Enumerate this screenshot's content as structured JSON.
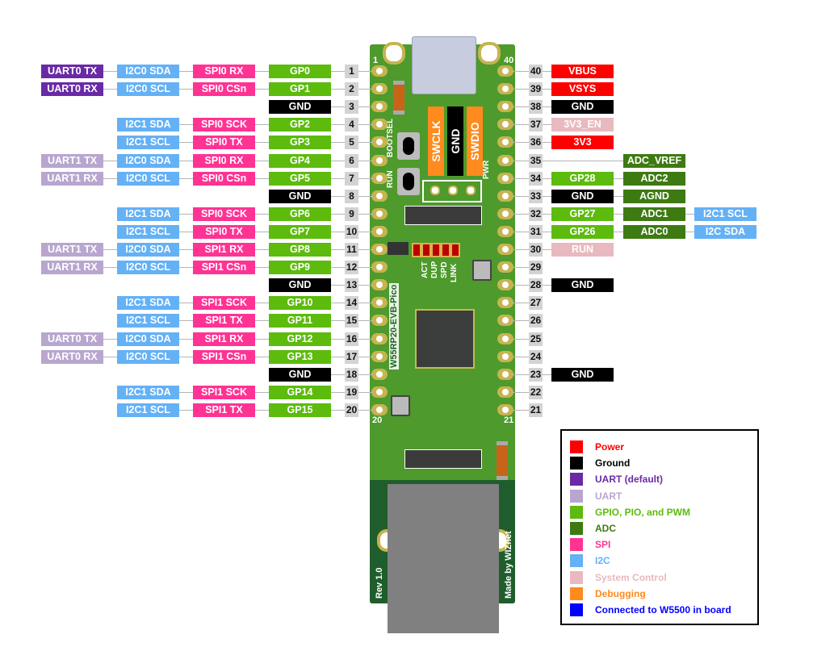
{
  "colors": {
    "power": "#ff0000",
    "ground": "#000000",
    "uart_default": "#6a2aa6",
    "uart": "#b8a6cf",
    "gpio": "#5cbb0c",
    "adc": "#3e7a12",
    "spi": "#ff3394",
    "i2c": "#64b1f6",
    "system": "#e8b9bf",
    "debug": "#ff8a1e",
    "w5500": "#0000ff"
  },
  "board": {
    "name": "W55RP20-EVB-Pico",
    "revision": "Rev 1.0",
    "maker": "Made by WIZnet",
    "corner_labels": [
      "1",
      "40",
      "20",
      "21"
    ],
    "buttons": [
      "BOOTSEL",
      "RUN"
    ],
    "leds": [
      "ACT",
      "DUP",
      "SPD",
      "LINK"
    ],
    "power_led": "PWR",
    "debug_pins": [
      "SWCLK",
      "GND",
      "SWDIO"
    ]
  },
  "left_pins": [
    {
      "pin": "1",
      "gp": "GP0",
      "gp_type": "gpio",
      "spi": "SPI0 RX",
      "i2c": "I2C0 SDA",
      "uart": "UART0 TX",
      "uart_type": "uart0"
    },
    {
      "pin": "2",
      "gp": "GP1",
      "gp_type": "gpio",
      "spi": "SPI0 CSn",
      "i2c": "I2C0 SCL",
      "uart": "UART0 RX",
      "uart_type": "uart0"
    },
    {
      "pin": "3",
      "gp": "GND",
      "gp_type": "gnd"
    },
    {
      "pin": "4",
      "gp": "GP2",
      "gp_type": "gpio",
      "spi": "SPI0 SCK",
      "i2c": "I2C1 SDA"
    },
    {
      "pin": "5",
      "gp": "GP3",
      "gp_type": "gpio",
      "spi": "SPI0 TX",
      "i2c": "I2C1 SCL"
    },
    {
      "pin": "6",
      "gp": "GP4",
      "gp_type": "gpio",
      "spi": "SPI0 RX",
      "i2c": "I2C0 SDA",
      "uart": "UART1 TX",
      "uart_type": "uart"
    },
    {
      "pin": "7",
      "gp": "GP5",
      "gp_type": "gpio",
      "spi": "SPI0 CSn",
      "i2c": "I2C0 SCL",
      "uart": "UART1 RX",
      "uart_type": "uart"
    },
    {
      "pin": "8",
      "gp": "GND",
      "gp_type": "gnd"
    },
    {
      "pin": "9",
      "gp": "GP6",
      "gp_type": "gpio",
      "spi": "SPI0 SCK",
      "i2c": "I2C1 SDA"
    },
    {
      "pin": "10",
      "gp": "GP7",
      "gp_type": "gpio",
      "spi": "SPI0 TX",
      "i2c": "I2C1 SCL"
    },
    {
      "pin": "11",
      "gp": "GP8",
      "gp_type": "gpio",
      "spi": "SPI1 RX",
      "i2c": "I2C0 SDA",
      "uart": "UART1 TX",
      "uart_type": "uart"
    },
    {
      "pin": "12",
      "gp": "GP9",
      "gp_type": "gpio",
      "spi": "SPI1 CSn",
      "i2c": "I2C0 SCL",
      "uart": "UART1 RX",
      "uart_type": "uart"
    },
    {
      "pin": "13",
      "gp": "GND",
      "gp_type": "gnd"
    },
    {
      "pin": "14",
      "gp": "GP10",
      "gp_type": "gpio",
      "spi": "SPI1 SCK",
      "i2c": "I2C1 SDA"
    },
    {
      "pin": "15",
      "gp": "GP11",
      "gp_type": "gpio",
      "spi": "SPI1 TX",
      "i2c": "I2C1 SCL"
    },
    {
      "pin": "16",
      "gp": "GP12",
      "gp_type": "gpio",
      "spi": "SPI1 RX",
      "i2c": "I2C0 SDA",
      "uart": "UART0 TX",
      "uart_type": "uart"
    },
    {
      "pin": "17",
      "gp": "GP13",
      "gp_type": "gpio",
      "spi": "SPI1 CSn",
      "i2c": "I2C0 SCL",
      "uart": "UART0 RX",
      "uart_type": "uart"
    },
    {
      "pin": "18",
      "gp": "GND",
      "gp_type": "gnd"
    },
    {
      "pin": "19",
      "gp": "GP14",
      "gp_type": "gpio",
      "spi": "SPI1 SCK",
      "i2c": "I2C1 SDA"
    },
    {
      "pin": "20",
      "gp": "GP15",
      "gp_type": "gpio",
      "spi": "SPI1 TX",
      "i2c": "I2C1 SCL"
    }
  ],
  "right_pins": [
    {
      "pin": "40",
      "main": "VBUS",
      "main_type": "power"
    },
    {
      "pin": "39",
      "main": "VSYS",
      "main_type": "power"
    },
    {
      "pin": "38",
      "main": "GND",
      "main_type": "gnd"
    },
    {
      "pin": "37",
      "main": "3V3_EN",
      "main_type": "sys"
    },
    {
      "pin": "36",
      "main": "3V3",
      "main_type": "power"
    },
    {
      "pin": "35",
      "adc": "ADC_VREF"
    },
    {
      "pin": "34",
      "main": "GP28",
      "main_type": "gpio",
      "adc": "ADC2"
    },
    {
      "pin": "33",
      "main": "GND",
      "main_type": "gnd",
      "adc": "AGND"
    },
    {
      "pin": "32",
      "main": "GP27",
      "main_type": "gpio",
      "adc": "ADC1",
      "i2c": "I2C1 SCL"
    },
    {
      "pin": "31",
      "main": "GP26",
      "main_type": "gpio",
      "adc": "ADC0",
      "i2c": "I2C SDA"
    },
    {
      "pin": "30",
      "main": "RUN",
      "main_type": "sys"
    },
    {
      "pin": "29"
    },
    {
      "pin": "28",
      "main": "GND",
      "main_type": "gnd"
    },
    {
      "pin": "27"
    },
    {
      "pin": "26"
    },
    {
      "pin": "25"
    },
    {
      "pin": "24"
    },
    {
      "pin": "23",
      "main": "GND",
      "main_type": "gnd"
    },
    {
      "pin": "22"
    },
    {
      "pin": "21"
    }
  ],
  "legend": [
    {
      "label": "Power",
      "type": "power"
    },
    {
      "label": "Ground",
      "type": "ground"
    },
    {
      "label": "UART  (default)",
      "type": "uart_default"
    },
    {
      "label": "UART",
      "type": "uart"
    },
    {
      "label": "GPIO, PIO, and PWM",
      "type": "gpio"
    },
    {
      "label": "ADC",
      "type": "adc"
    },
    {
      "label": "SPI",
      "type": "spi"
    },
    {
      "label": "I2C",
      "type": "i2c"
    },
    {
      "label": "System Control",
      "type": "system"
    },
    {
      "label": "Debugging",
      "type": "debug"
    },
    {
      "label": "Connected to W5500 in board",
      "type": "w5500"
    }
  ]
}
